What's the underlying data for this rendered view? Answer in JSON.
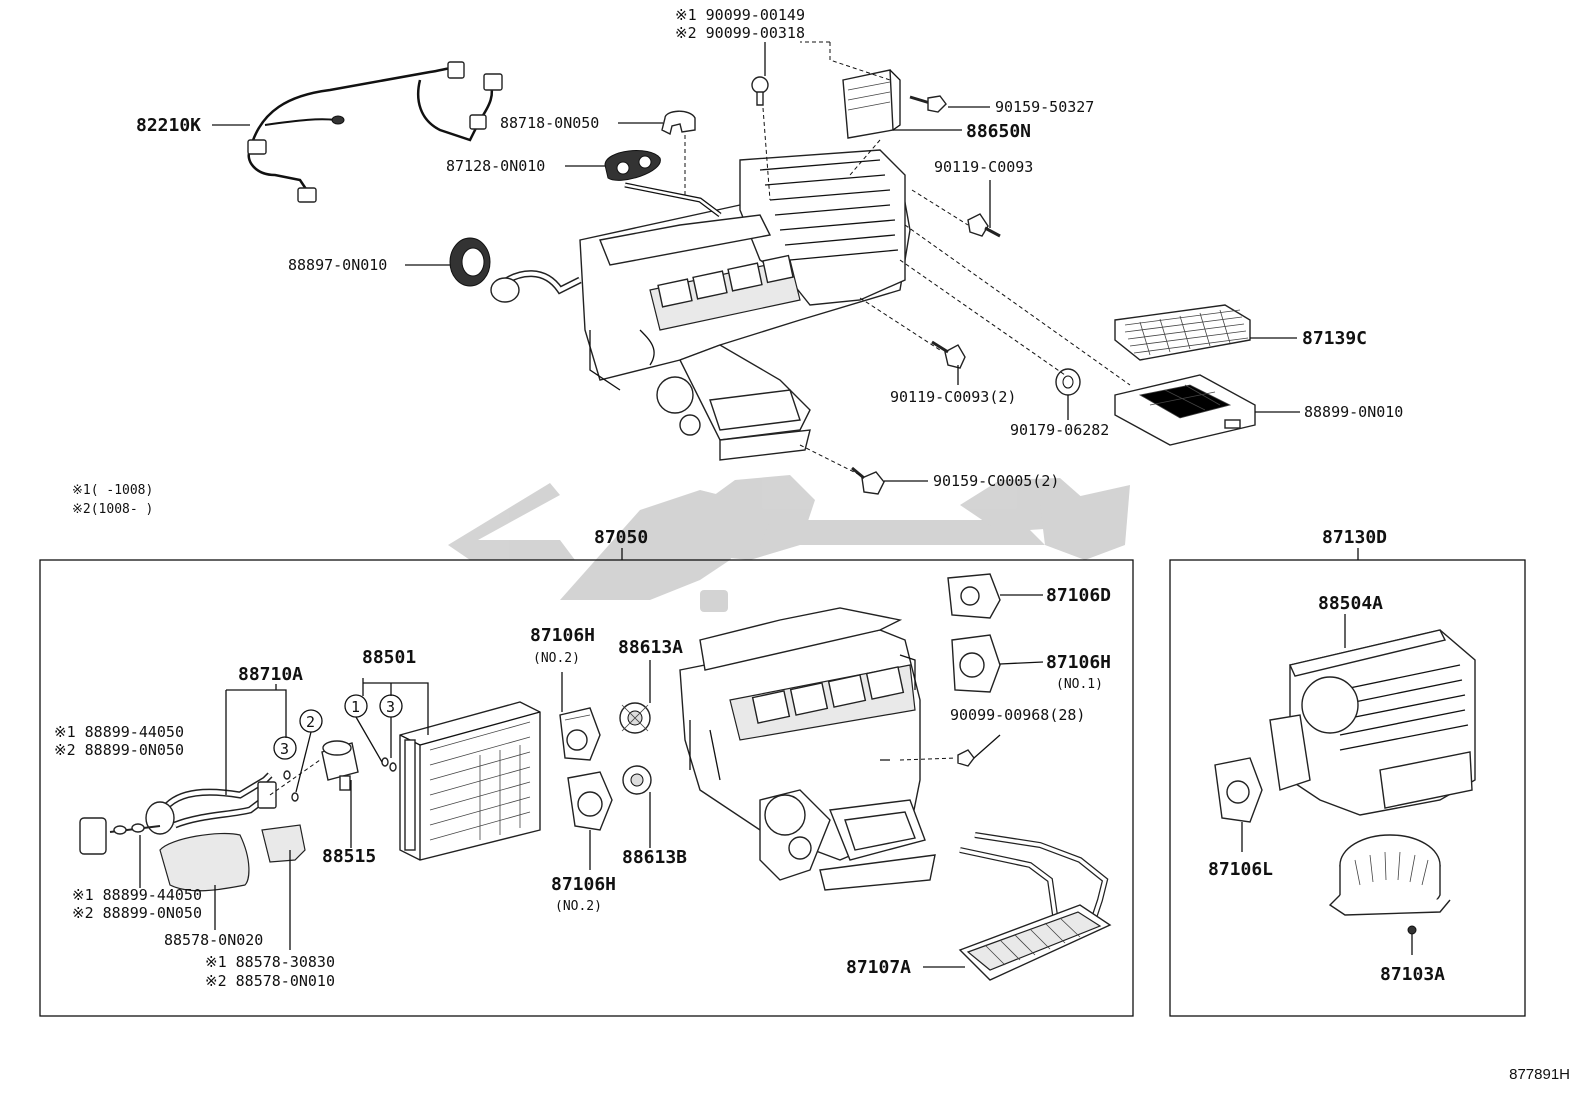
{
  "parts": {
    "p82210K": "82210K",
    "p90099_00149": "※1 90099-00149",
    "p90099_00318": "※2 90099-00318",
    "p88718": "88718-0N050",
    "p87128": "87128-0N010",
    "p90159_50327": "90159-50327",
    "p88650N": "88650N",
    "p90119_C0093": "90119-C0093",
    "p88897": "88897-0N010",
    "p87139C": "87139C",
    "p90119_C0093_2": "90119-C0093(2)",
    "p90179": "90179-06282",
    "p88899_0N010": "88899-0N010",
    "p90159_C0005": "90159-C0005(2)",
    "p87050": "87050",
    "p87130D": "87130D",
    "p88710A": "88710A",
    "p88501": "88501",
    "p87106H_a": "87106H",
    "p87106H_a_no": "(NO.2)",
    "p88613A": "88613A",
    "p87106D": "87106D",
    "p87106H_b": "87106H",
    "p87106H_b_no": "(NO.1)",
    "p90099_00968": "90099-00968(28)",
    "p88899_44050_a": "※1 88899-44050",
    "p88899_0N050_a": "※2 88899-0N050",
    "p88515": "88515",
    "p87106H_c": "87106H",
    "p87106H_c_no": "(NO.2)",
    "p88613B": "88613B",
    "p88899_44050_b": "※1 88899-44050",
    "p88899_0N050_b": "※2 88899-0N050",
    "p88578_0N020": "88578-0N020",
    "p88578_30830": "※1 88578-30830",
    "p88578_0N010": "※2 88578-0N010",
    "p87107A": "87107A",
    "p88504A": "88504A",
    "p87106L": "87106L",
    "p87103A": "87103A"
  },
  "notes": {
    "n1": "※1(      -1008)",
    "n2": "※2(1008-      )"
  },
  "callouts": {
    "c1": "1",
    "c2": "2",
    "c3a": "3",
    "c3b": "3"
  },
  "diagram_id": "877891H"
}
